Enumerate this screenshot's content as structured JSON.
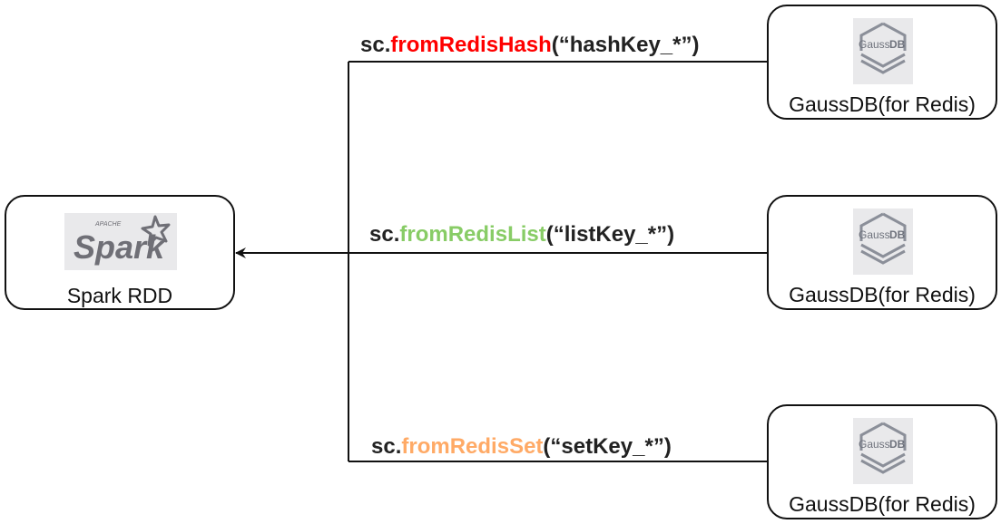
{
  "source": {
    "label": "Spark RDD",
    "logo_small": "APACHE",
    "logo_main": "Spark",
    "logo_icon": "spark-star-icon"
  },
  "targets": [
    {
      "label": "GaussDB(for Redis)",
      "logo_a": "Gauss",
      "logo_b": "DB",
      "logo_icon": "gaussdb-hexagon-icon"
    },
    {
      "label": "GaussDB(for Redis)",
      "logo_a": "Gauss",
      "logo_b": "DB",
      "logo_icon": "gaussdb-hexagon-icon"
    },
    {
      "label": "GaussDB(for Redis)",
      "logo_a": "Gauss",
      "logo_b": "DB",
      "logo_icon": "gaussdb-hexagon-icon"
    }
  ],
  "edges": [
    {
      "prefix": "sc.",
      "method": "fromRedisHash",
      "args": "(“hashKey_*”)",
      "method_color": "#ff0000"
    },
    {
      "prefix": "sc.",
      "method": "fromRedisList",
      "args": "(“listKey_*”)",
      "method_color": "#88cc66"
    },
    {
      "prefix": "sc.",
      "method": "fromRedisSet",
      "args": "(“setKey_*”)",
      "method_color": "#ffaa66"
    }
  ]
}
